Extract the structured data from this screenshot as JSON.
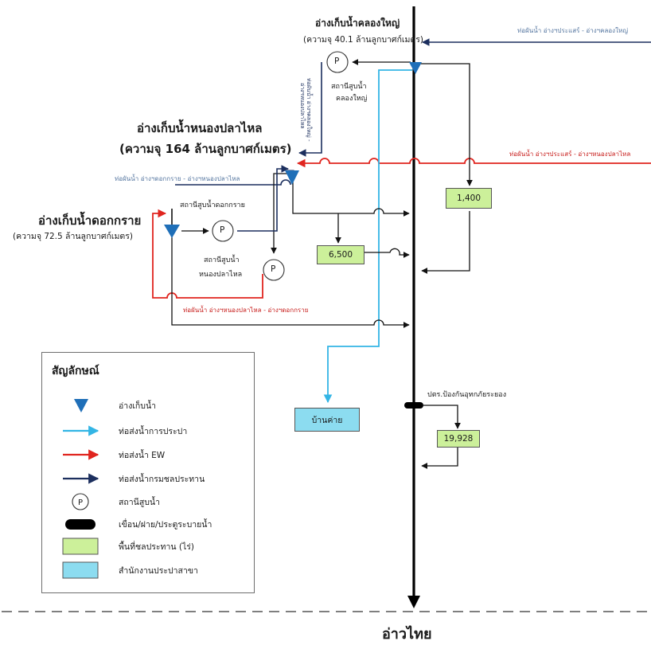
{
  "reservoirs": {
    "khlong_yai": {
      "name": "อ่างเก็บน้ำคลองใหญ่",
      "capacity": "(ความจุ 40.1 ล้านลูกบาศก์เมตร)"
    },
    "nong_pla_lai": {
      "name": "อ่างเก็บน้ำหนองปลาไหล",
      "capacity": "(ความจุ 164 ล้านลูกบาศก์เมตร)"
    },
    "dok_krai": {
      "name": "อ่างเก็บน้ำดอกกราย",
      "capacity": "(ความจุ 72.5 ล้านลูกบาศก์เมตร)"
    }
  },
  "pump_stations": {
    "khlong_yai": {
      "line1": "สถานีสูบน้ำ",
      "line2": "คลองใหญ่"
    },
    "dok_krai": {
      "label": "สถานีสูบน้ำดอกกราย"
    },
    "nong_pla_lai": {
      "line1": "สถานีสูบน้ำ",
      "line2": "หนองปลาไหล"
    },
    "symbol": "P"
  },
  "pipelines": {
    "prasae_khlong_yai": "ท่อผันน้ำ อ่างฯประแสร์ - อ่างฯคลองใหญ่",
    "prasae_nong_pla_lai": "ท่อผันน้ำ อ่างฯประแสร์ - อ่างฯหนองปลาไหล",
    "dok_krai_nong_pla_lai": "ท่อผันน้ำ อ่างฯดอกกราย - อ่างฯหนองปลาไหล",
    "nong_pla_lai_dok_krai": "ท่อผันน้ำ อ่างฯหนองปลาไหล - อ่างฯดอกกราย",
    "vertical_a": "ท่อผันน้ำ อ่างฯคลองใหญ่ -",
    "vertical_b": "อ่างฯหนองปลาไหล"
  },
  "irrigation_areas": {
    "a": "1,400",
    "b": "6,500",
    "c": "19,928"
  },
  "branch_office": "บ้านค่าย",
  "flood_gate": "ปตร.ป้องกันอุทกภัยระยอง",
  "sea": "อ่าวไทย",
  "legend": {
    "title": "สัญลักษณ์",
    "items": [
      {
        "label": "อ่างเก็บน้ำ",
        "symbol": "reservoir-triangle"
      },
      {
        "label": "ท่อส่งน้ำการประปา",
        "symbol": "arrow-cyan"
      },
      {
        "label": "ท่อส่งน้ำ EW",
        "symbol": "arrow-red"
      },
      {
        "label": "ท่อส่งน้ำกรมชลประทาน",
        "symbol": "arrow-navy"
      },
      {
        "label": "สถานีสูบน้ำ",
        "symbol": "pump-circle"
      },
      {
        "label": "เขื่อน/ฝาย/ประตูระบายน้ำ",
        "symbol": "dam-bar"
      },
      {
        "label": "พื้นที่ชลประทาน (ไร่)",
        "symbol": "green-box"
      },
      {
        "label": "สำนักงานประปาสาขา",
        "symbol": "cyan-box"
      }
    ]
  },
  "colors": {
    "navy": "#1c2f5e",
    "red": "#e0251f",
    "cyan": "#33b5e5",
    "reservoir": "#1f6fb8",
    "irrigation_box": "#ccf09a",
    "waterworks_box": "#8cdcf0"
  }
}
